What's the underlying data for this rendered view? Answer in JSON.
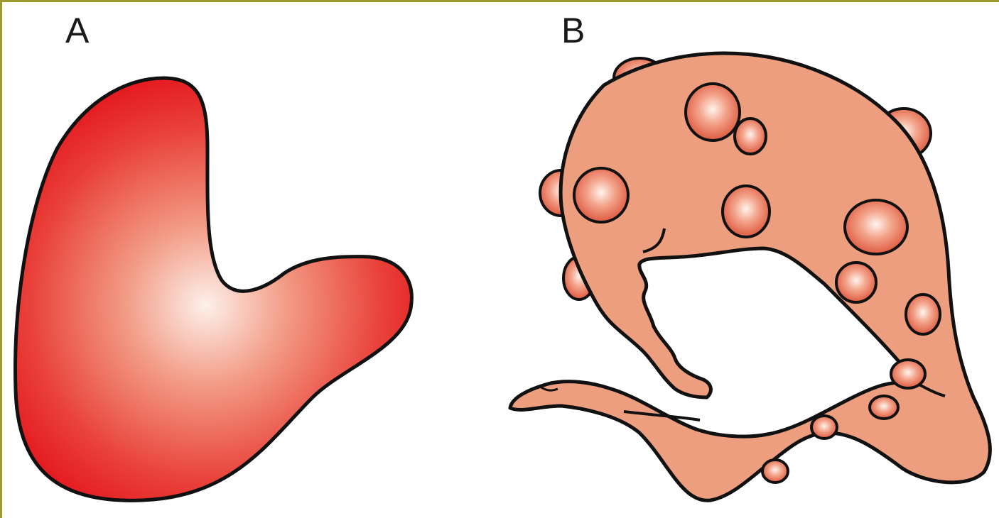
{
  "labels": {
    "a": "A",
    "b": "B"
  },
  "colors": {
    "border": "#9a9a2e",
    "outline": "#111111",
    "panel_a_center": "#fdf0ea",
    "panel_a_edge": "#e4191f",
    "panel_b_fill": "#ec9e7f",
    "nodule_center": "#fff4ee",
    "nodule_edge": "#de5a40"
  },
  "icons": {
    "panel_a": "smooth-organ-shape",
    "panel_b": "nodular-organ-shape"
  }
}
